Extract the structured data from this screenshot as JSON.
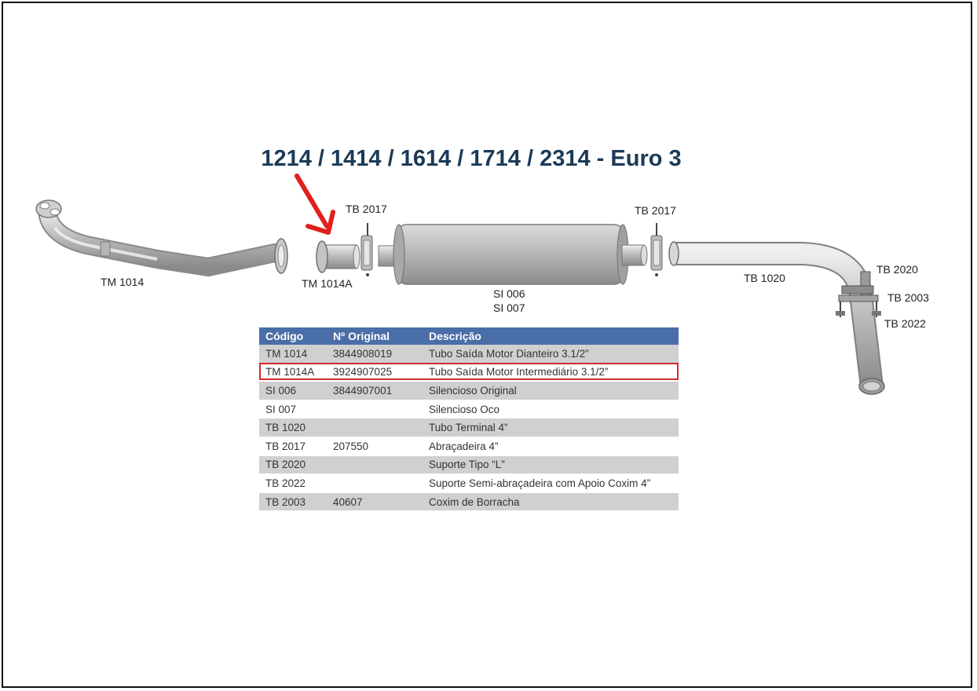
{
  "title": "1214 / 1414 / 1614 / 1714 / 2314 - Euro 3",
  "colors": {
    "title": "#1b3a57",
    "header": "#4a6ea7",
    "highlight": "#d42a2a",
    "arrow": "#e0201c"
  },
  "labels": {
    "tm1014": "TM 1014",
    "tm1014a": "TM 1014A",
    "tb2017_left": "TB 2017",
    "tb2017_right": "TB 2017",
    "si006": "SI 006",
    "si007": "SI 007",
    "tb1020": "TB 1020",
    "tb2020": "TB 2020",
    "tb2003": "TB 2003",
    "tb2022": "TB 2022"
  },
  "table": {
    "headers": [
      "Código",
      "Nº Original",
      "Descrição"
    ],
    "highlighted_row": 1,
    "rows": [
      [
        "TM 1014",
        "3844908019",
        "Tubo Saída Motor Dianteiro 3.1/2”"
      ],
      [
        "TM 1014A",
        "3924907025",
        "Tubo Saída Motor Intermediário 3.1/2”"
      ],
      [
        "SI 006",
        "3844907001",
        "Silencioso Original"
      ],
      [
        "SI 007",
        "",
        "Silencioso Oco"
      ],
      [
        "TB 1020",
        "",
        "Tubo Terminal 4”"
      ],
      [
        "TB 2017",
        "207550",
        "Abraçadeira 4”"
      ],
      [
        "TB 2020",
        "",
        "Suporte Tipo “L”"
      ],
      [
        "TB 2022",
        "",
        "Suporte Semi-abraçadeira com Apoio Coxim 4”"
      ],
      [
        "TB 2003",
        "40607",
        "Coxim de Borracha"
      ]
    ]
  }
}
